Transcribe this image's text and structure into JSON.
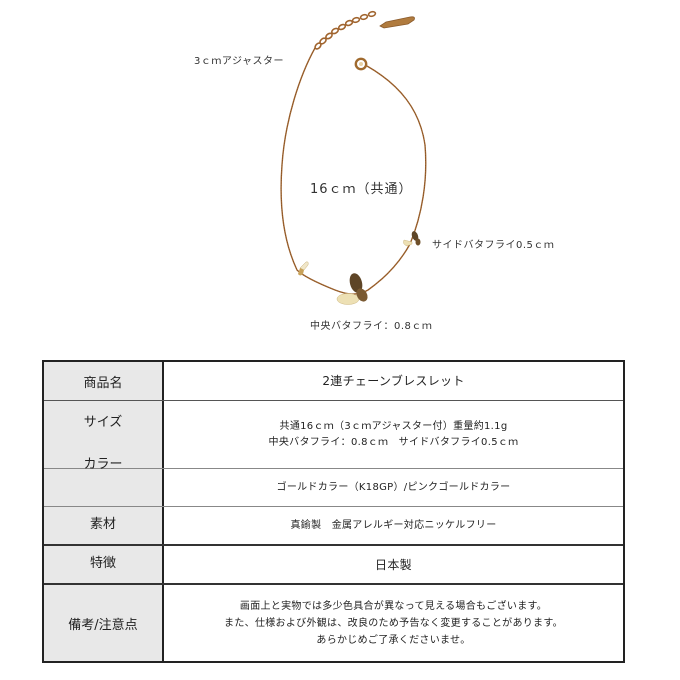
{
  "photo": {
    "labels": {
      "adjuster": "3ｃｍアジャスター",
      "length": "16ｃｍ（共通）",
      "side_butterfly": "サイドバタフライ0.5ｃｍ",
      "center_butterfly": "中央バタフライ：0.8ｃｍ"
    },
    "colors": {
      "chain": "#a0642e",
      "chain_dark": "#6e4320",
      "butterfly_light": "#e8d9a8",
      "butterfly_dark": "#5e4526"
    }
  },
  "table": {
    "rows": [
      {
        "label": "商品名",
        "values": [
          "2連チェーンブレスレット"
        ]
      },
      {
        "label": "サイズ",
        "values": [
          "共通16ｃｍ（3ｃｍアジャスター付）重量約1.1g",
          "中央バタフライ：0.8ｃｍ　サイドバタフライ0.5ｃｍ"
        ]
      },
      {
        "label": "カラー",
        "values": [
          "ゴールドカラー（K18GP）/ピンクゴールドカラー"
        ]
      },
      {
        "label": "素材",
        "values": [
          "真鍮製　金属アレルギー対応ニッケルフリー"
        ]
      },
      {
        "label": "特徴",
        "values": [
          "日本製"
        ]
      },
      {
        "label": "備考/注意点",
        "values": [
          "画面上と実物では多少色具合が異なって見える場合もございます。",
          "また、仕様および外観は、改良のため予告なく変更することがあります。",
          "あらかじめご了承くださいませ。"
        ]
      }
    ],
    "colors": {
      "label_bg": "#e8e8e8",
      "border": "#222222"
    }
  }
}
